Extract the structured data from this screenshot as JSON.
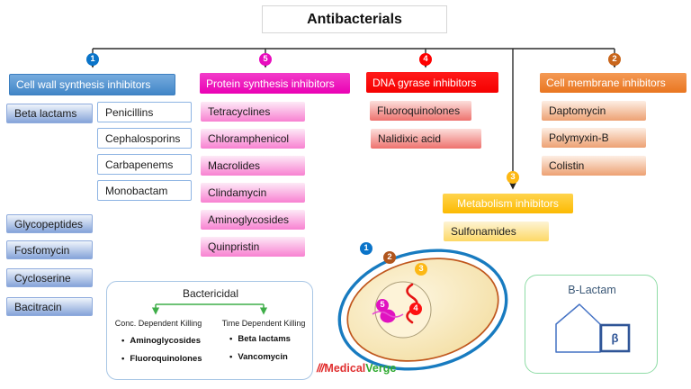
{
  "title": "Antibacterials",
  "tree": {
    "branch_numbers": {
      "cell_wall": "1",
      "protein": "5",
      "dna": "4",
      "membrane": "2",
      "metabolism": "3"
    }
  },
  "cell_wall": {
    "header": "Cell wall synthesis inhibitors",
    "beta_lactams": "Beta lactams",
    "beta_lactam_types": [
      "Penicillins",
      "Cephalosporins",
      "Carbapenems",
      "Monobactam"
    ],
    "other_drugs": [
      "Glycopeptides",
      "Fosfomycin",
      "Cycloserine",
      "Bacitracin"
    ]
  },
  "protein": {
    "header": "Protein synthesis inhibitors",
    "drugs": [
      "Tetracyclines",
      "Chloramphenicol",
      "Macrolides",
      "Clindamycin",
      "Aminoglycosides",
      "Quinpristin"
    ]
  },
  "dna": {
    "header": "DNA gyrase inhibitors",
    "drugs": [
      "Fluoroquinolones",
      "Nalidixic acid"
    ]
  },
  "membrane": {
    "header": "Cell membrane inhibitors",
    "drugs": [
      "Daptomycin",
      "Polymyxin-B",
      "Colistin"
    ]
  },
  "metabolism": {
    "header": "Metabolism inhibitors",
    "drugs": [
      "Sulfonamides"
    ]
  },
  "bactericidal": {
    "title": "Bactericidal",
    "left_heading": "Conc. Dependent Killing",
    "left_items": [
      "Aminoglycosides",
      "Fluoroquinolones"
    ],
    "right_heading": "Time Dependent Killing",
    "right_items": [
      "Beta lactams",
      "Vancomycin"
    ]
  },
  "beta_lactam_box": {
    "title": "B-Lactam",
    "symbol": "β"
  },
  "cell_markers": {
    "m1": "1",
    "m2": "2",
    "m3": "3",
    "m4": "4",
    "m5": "5"
  },
  "logo": {
    "slashes": "///",
    "medical": "Medical",
    "verge": "Verge"
  },
  "colors": {
    "branch_1": "#0a74c9",
    "branch_5": "#e80cbe",
    "branch_4": "#fe0000",
    "branch_2": "#c9661c",
    "branch_3": "#fdb813",
    "marker_1": "#0a74c9",
    "marker_2": "#b0551c",
    "marker_3": "#fcb816",
    "marker_4": "#fe1010",
    "marker_5": "#e012c0",
    "header_blue": "#4388cb",
    "header_magenta": "#ee0cba",
    "header_red": "#fe0202",
    "header_orange": "#ed7d31",
    "header_yellow": "#fec50a",
    "cell_outer_ring": "#187bc0",
    "cell_inner_ring": "#c0571d",
    "bracket_green": "#3fae49"
  }
}
